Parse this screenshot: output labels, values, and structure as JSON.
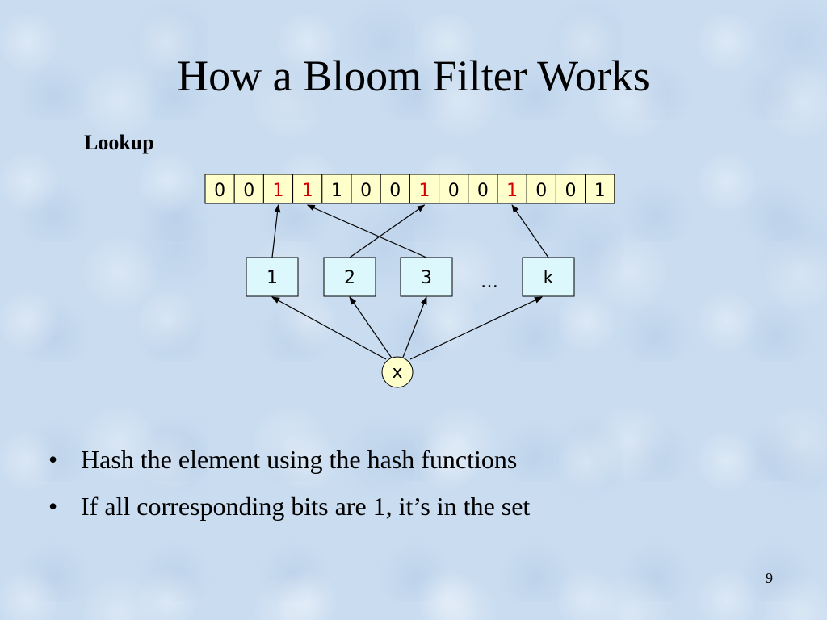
{
  "slide": {
    "title": "How a Bloom Filter Works",
    "subtitle": "Lookup",
    "page_number": "9"
  },
  "bit_array": {
    "bits": [
      "0",
      "0",
      "1",
      "1",
      "1",
      "0",
      "0",
      "1",
      "0",
      "0",
      "1",
      "0",
      "0",
      "1"
    ],
    "highlighted_indices": [
      2,
      3,
      7,
      10
    ],
    "highlight_color": "#d40000",
    "cell_fill": "#ffffcc"
  },
  "hash_functions": {
    "labels": [
      "1",
      "2",
      "3",
      "k"
    ],
    "ellipsis": "…",
    "box_fill": "#ddf8fc",
    "targets": [
      2,
      7,
      3,
      10
    ]
  },
  "element": {
    "label": "x",
    "fill": "#ffffcc"
  },
  "bullets": [
    "Hash the element using the hash functions",
    "If all corresponding bits are 1, it’s in the set"
  ],
  "bullet_glyph": "•"
}
